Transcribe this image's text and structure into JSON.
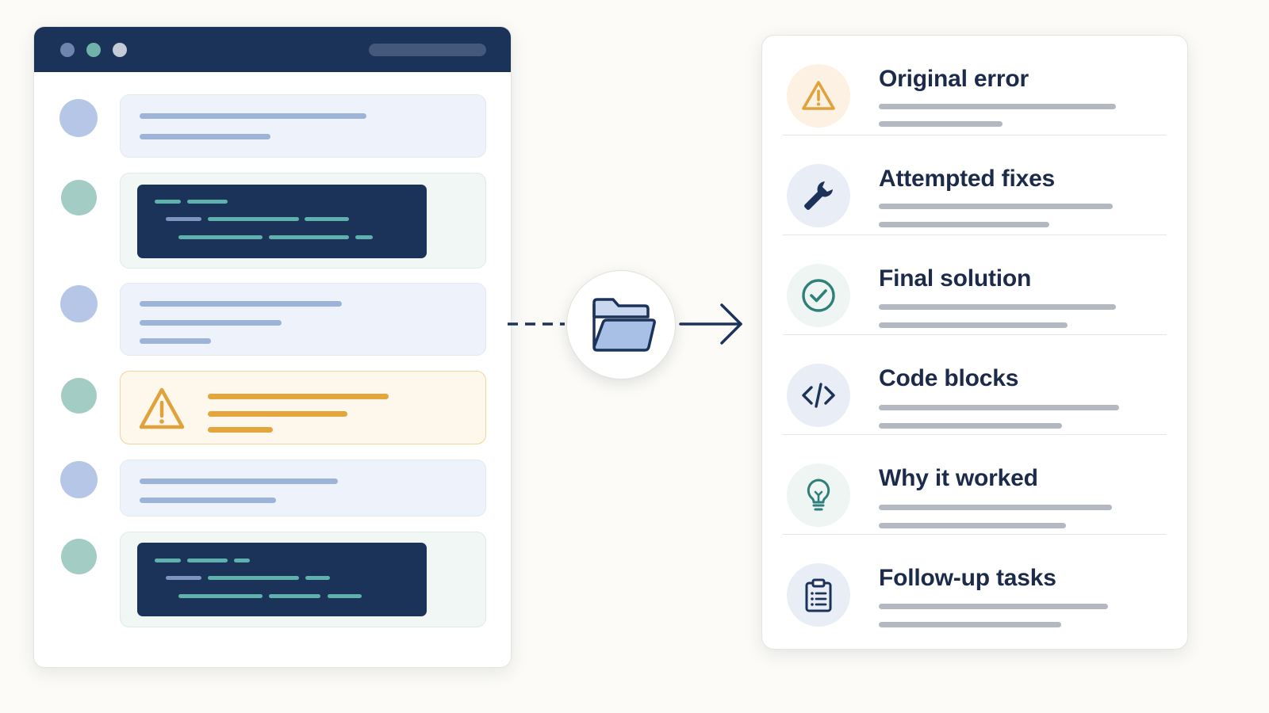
{
  "summary": {
    "sections": [
      {
        "title": "Original error",
        "icon": "warning-icon"
      },
      {
        "title": "Attempted fixes",
        "icon": "wrench-icon"
      },
      {
        "title": "Final solution",
        "icon": "check-circle-icon"
      },
      {
        "title": "Code blocks",
        "icon": "code-icon"
      },
      {
        "title": "Why it worked",
        "icon": "lightbulb-icon"
      },
      {
        "title": "Follow-up tasks",
        "icon": "clipboard-list-icon"
      }
    ]
  },
  "colors": {
    "navy": "#1c3359",
    "amber": "#e4a63c",
    "teal": "#2f7f7a",
    "user_avatar": "#b6c6e7",
    "assistant_avatar": "#a2ccc4"
  }
}
